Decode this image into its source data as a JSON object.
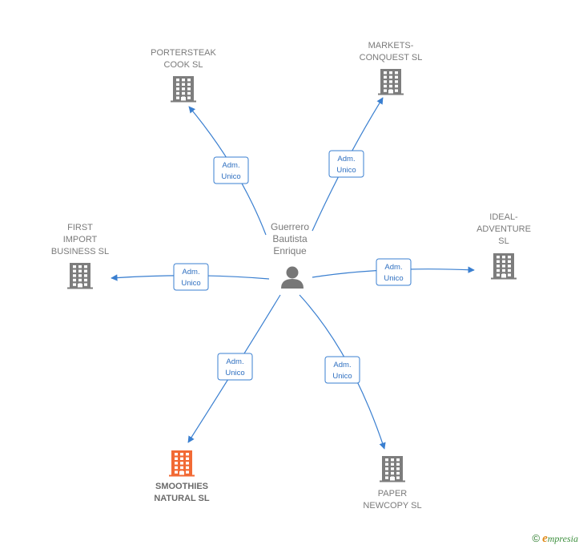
{
  "colors": {
    "edge": "#3a7fd0",
    "company": "#7d7d7d",
    "highlight": "#f26a35",
    "person": "#777777"
  },
  "center": {
    "name_lines": [
      "Guerrero",
      "Bautista",
      "Enrique"
    ],
    "icon": "person-icon"
  },
  "nodes": [
    {
      "id": "portersteak",
      "label_lines": [
        "PORTERSTEAK",
        "COOK  SL"
      ],
      "icon": "building-icon",
      "highlight": false,
      "edge": {
        "lines": [
          "Adm.",
          "Unico"
        ]
      }
    },
    {
      "id": "markets",
      "label_lines": [
        "MARKETS-",
        "CONQUEST  SL"
      ],
      "icon": "building-icon",
      "highlight": false,
      "edge": {
        "lines": [
          "Adm.",
          "Unico"
        ]
      }
    },
    {
      "id": "first",
      "label_lines": [
        "FIRST",
        "IMPORT",
        "BUSINESS  SL"
      ],
      "icon": "building-icon",
      "highlight": false,
      "edge": {
        "lines": [
          "Adm.",
          "Unico"
        ]
      }
    },
    {
      "id": "ideal",
      "label_lines": [
        "IDEAL-",
        "ADVENTURE",
        "SL"
      ],
      "icon": "building-icon",
      "highlight": false,
      "edge": {
        "lines": [
          "Adm.",
          "Unico"
        ]
      }
    },
    {
      "id": "smoothies",
      "label_lines": [
        "SMOOTHIES",
        "NATURAL  SL"
      ],
      "icon": "building-icon",
      "highlight": true,
      "edge": {
        "lines": [
          "Adm.",
          "Unico"
        ]
      }
    },
    {
      "id": "paper",
      "label_lines": [
        "PAPER",
        "NEWCOPY  SL"
      ],
      "icon": "building-icon",
      "highlight": false,
      "edge": {
        "lines": [
          "Adm.",
          "Unico"
        ]
      }
    }
  ],
  "watermark": {
    "copyright": "©",
    "brand_initial": "e",
    "brand_rest": "mpresia"
  }
}
